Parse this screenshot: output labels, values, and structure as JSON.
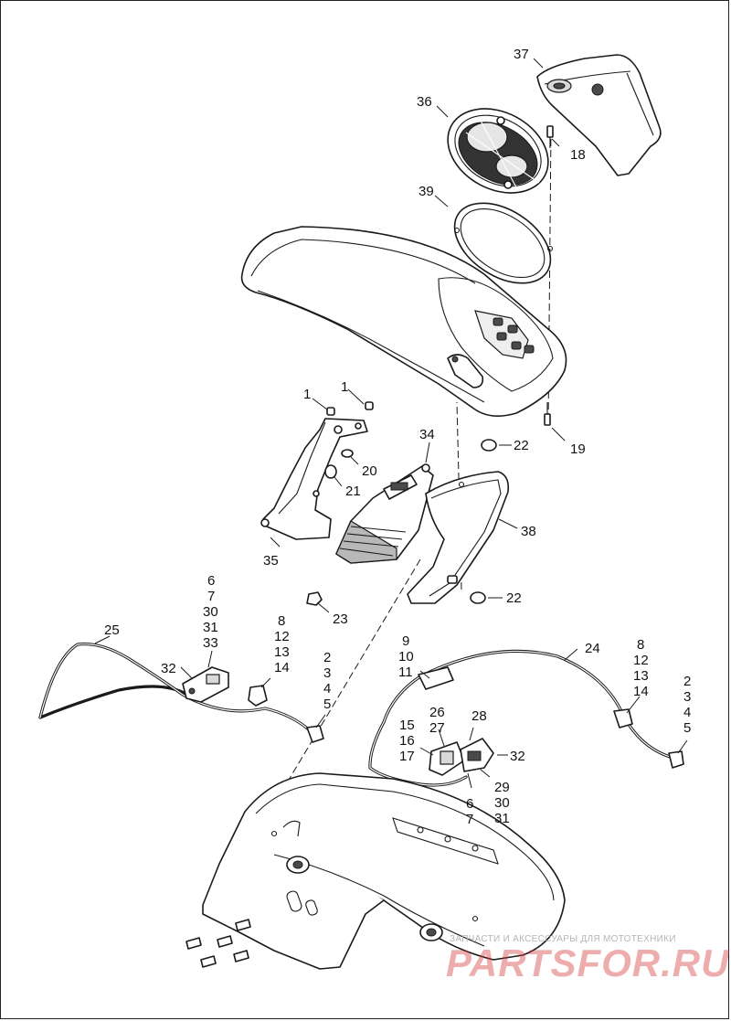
{
  "diagram": {
    "callouts": [
      {
        "id": "c37",
        "label": "37"
      },
      {
        "id": "c36",
        "label": "36"
      },
      {
        "id": "c18",
        "label": "18"
      },
      {
        "id": "c39",
        "label": "39"
      },
      {
        "id": "c1a",
        "label": "1"
      },
      {
        "id": "c1b",
        "label": "1"
      },
      {
        "id": "c34",
        "label": "34"
      },
      {
        "id": "c22a",
        "label": "22"
      },
      {
        "id": "c19",
        "label": "19"
      },
      {
        "id": "c20",
        "label": "20"
      },
      {
        "id": "c21",
        "label": "21"
      },
      {
        "id": "c38",
        "label": "38"
      },
      {
        "id": "c35",
        "label": "35"
      },
      {
        "id": "c22b",
        "label": "22"
      },
      {
        "id": "c23",
        "label": "23"
      },
      {
        "id": "c6a",
        "label": "6"
      },
      {
        "id": "c7a",
        "label": "7"
      },
      {
        "id": "c30a",
        "label": "30"
      },
      {
        "id": "c31a",
        "label": "31"
      },
      {
        "id": "c33",
        "label": "33"
      },
      {
        "id": "c25",
        "label": "25"
      },
      {
        "id": "c8a",
        "label": "8"
      },
      {
        "id": "c12a",
        "label": "12"
      },
      {
        "id": "c13a",
        "label": "13"
      },
      {
        "id": "c14a",
        "label": "14"
      },
      {
        "id": "c32a",
        "label": "32"
      },
      {
        "id": "c2a",
        "label": "2"
      },
      {
        "id": "c3a",
        "label": "3"
      },
      {
        "id": "c4a",
        "label": "4"
      },
      {
        "id": "c5a",
        "label": "5"
      },
      {
        "id": "c9",
        "label": "9"
      },
      {
        "id": "c10",
        "label": "10"
      },
      {
        "id": "c11",
        "label": "11"
      },
      {
        "id": "c24",
        "label": "24"
      },
      {
        "id": "c8b",
        "label": "8"
      },
      {
        "id": "c12b",
        "label": "12"
      },
      {
        "id": "c13b",
        "label": "13"
      },
      {
        "id": "c14b",
        "label": "14"
      },
      {
        "id": "c2b",
        "label": "2"
      },
      {
        "id": "c3b",
        "label": "3"
      },
      {
        "id": "c4b",
        "label": "4"
      },
      {
        "id": "c5b",
        "label": "5"
      },
      {
        "id": "c26",
        "label": "26"
      },
      {
        "id": "c27",
        "label": "27"
      },
      {
        "id": "c28",
        "label": "28"
      },
      {
        "id": "c15",
        "label": "15"
      },
      {
        "id": "c16",
        "label": "16"
      },
      {
        "id": "c17",
        "label": "17"
      },
      {
        "id": "c32b",
        "label": "32"
      },
      {
        "id": "c29",
        "label": "29"
      },
      {
        "id": "c30b",
        "label": "30"
      },
      {
        "id": "c31b",
        "label": "31"
      },
      {
        "id": "c6b",
        "label": "6"
      },
      {
        "id": "c7b",
        "label": "7"
      }
    ]
  },
  "watermark": {
    "caption": "ЗАПЧАСТИ И АКСЕССУАРЫ ДЛЯ МОТОТЕХНИКИ",
    "logo": "PARTSFOR.RU"
  }
}
